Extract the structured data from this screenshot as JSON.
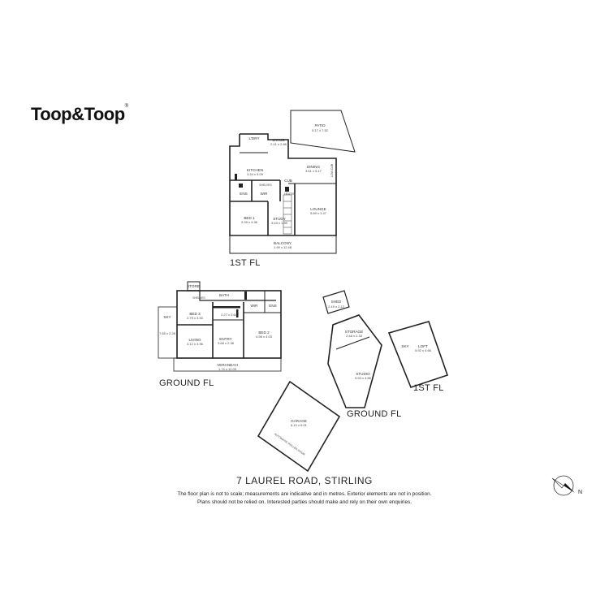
{
  "logo": "Toop&Toop",
  "logo_mark": "®",
  "floors": {
    "first_top": "1ST FL",
    "ground_main": "GROUND FL",
    "ground_studio": "GROUND FL",
    "first_loft": "1ST FL"
  },
  "rooms_first": {
    "patio": "PATIO",
    "patio_dim": "5.17 x 7.52",
    "ldry": "L'DRY",
    "living": "LIVING",
    "living_dim": "2.41 x 2.66",
    "kitchen": "KITCHEN",
    "kitchen_dim": "3.34 x 5.09",
    "dining": "DINING",
    "dining_dim": "3.51 x 5.17",
    "low_cub": "LOW CUB",
    "cub": "CUB",
    "heater": "HEATER",
    "shelves": "SHELVES",
    "ens": "ENS",
    "wir": "WIR",
    "bed1": "BED 1",
    "bed1_dim": "3.39 x 4.36",
    "study": "STUDY",
    "study_dim": "3.43 x 1.89",
    "lounge": "LOUNGE",
    "lounge_dim": "5.89 x 3.47",
    "balcony": "BALCONY",
    "balcony_dim": "1.99 x 12.48"
  },
  "rooms_ground": {
    "store": "STORE",
    "bath": "BATH",
    "shelves": "SHELVES",
    "sky": "SKY",
    "sky_dim": "7.65 x 2.28",
    "bed3": "BED 3",
    "bed3_dim": "2.79 x 3.93",
    "hall_dim": "2.27 x 3.64",
    "wir": "WIR",
    "ens": "ENS",
    "living": "LIVING",
    "living_dim": "3.12 x 3.96",
    "entry": "ENTRY",
    "entry_dim": "3.68 x 2.38",
    "bed2": "BED 2",
    "bed2_dim": "4.98 x 4.03",
    "verandah": "VERANDAH",
    "verandah_dim": "1.74 x 12.09"
  },
  "rooms_outbuild": {
    "shed": "SHED",
    "shed_dim": "2.49 x 2.12",
    "storage": "STORAGE",
    "storage_dim": "2.48 x 2.33",
    "studio": "STUDIO",
    "studio_dim": "5.92 x 4.66",
    "sky": "SKY",
    "loft": "LOFT",
    "loft_dim": "5.92 x 4.66",
    "garage": "GARAGE",
    "garage_dim": "6.10 x 6.01",
    "roller_door": "AUTOMATIC ROLLER DOOR"
  },
  "address": "7 LAUREL ROAD, STIRLING",
  "disclaimer_1": "The floor plan is not to scale; measurements are indicative and in metres. Exterior elements are not in position.",
  "disclaimer_2": "Plans should not be relied on. Interested parties should make and rely on their own enquiries.",
  "compass_label": "N"
}
